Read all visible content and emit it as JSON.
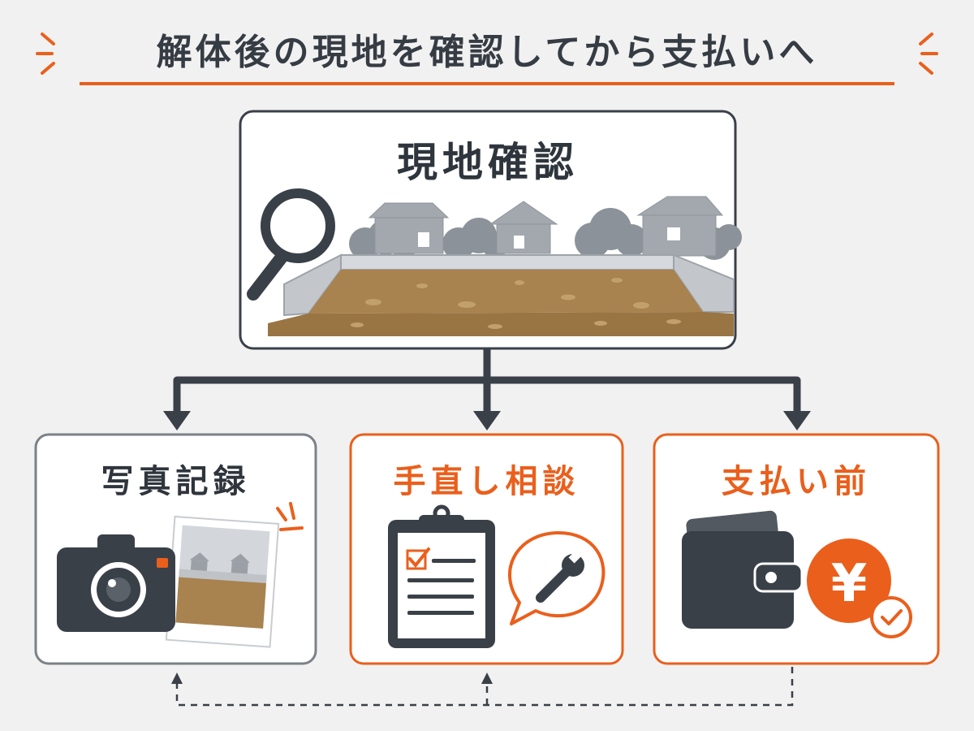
{
  "title": "解体後の現地を確認してから支払いへ",
  "main_step": {
    "label": "現地確認"
  },
  "steps": [
    {
      "label": "写真記録",
      "icon": "camera-icon"
    },
    {
      "label": "手直し相談",
      "icon": "clipboard-icon"
    },
    {
      "label": "支払い前",
      "icon": "wallet-icon"
    }
  ],
  "currency_symbol": "¥",
  "colors": {
    "accent": "#ea5f1c",
    "dark": "#3a4048",
    "background": "#f1f1f1",
    "soil": "#a8824f"
  }
}
